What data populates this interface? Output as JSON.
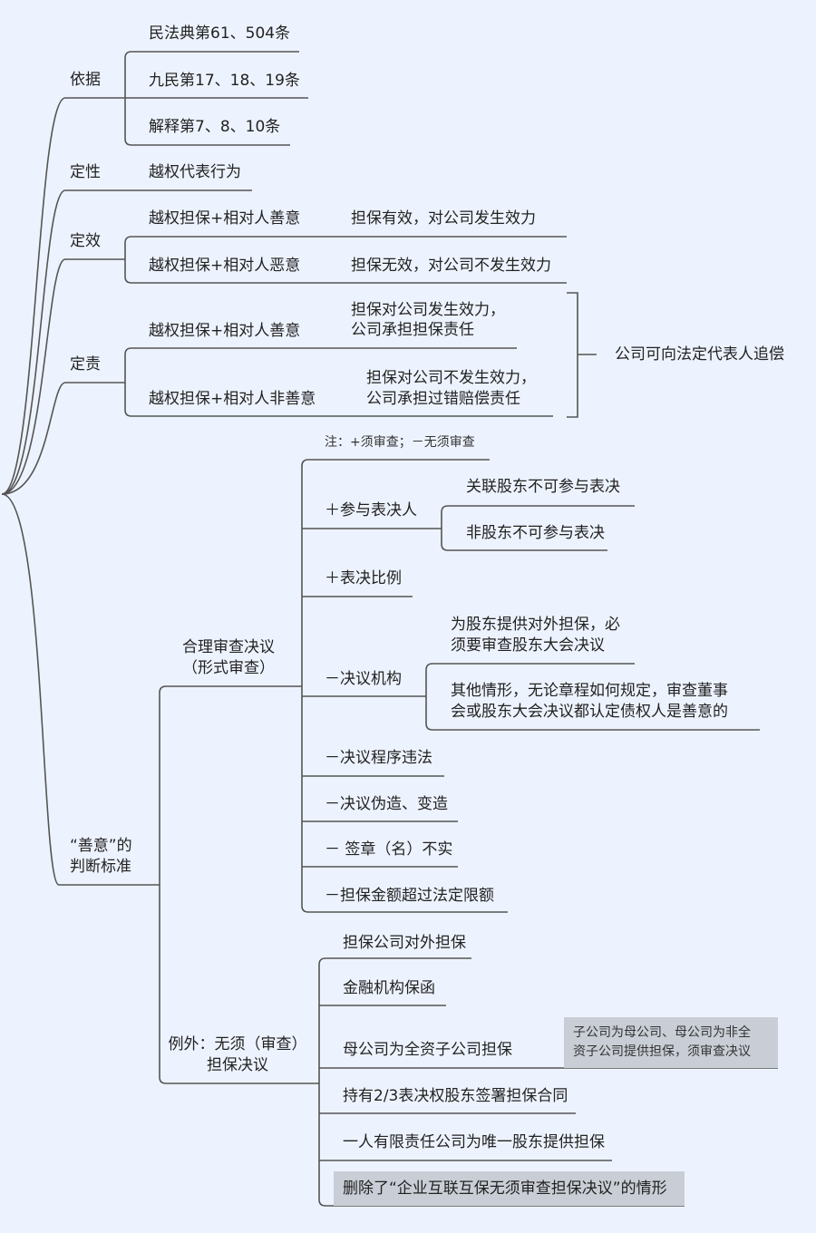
{
  "basis": {
    "label": "依据",
    "items": [
      "民法典第61、504条",
      "九民第17、18、19条",
      "解释第7、8、10条"
    ]
  },
  "nature": {
    "label": "定性",
    "item": "越权代表行为"
  },
  "validity": {
    "label": "定效",
    "items": [
      {
        "cond": "越权担保+相对人善意",
        "result": "担保有效，对公司发生效力"
      },
      {
        "cond": "越权担保+相对人恶意",
        "result": "担保无效，对公司不发生效力"
      }
    ]
  },
  "liability": {
    "label": "定责",
    "items": [
      {
        "cond": "越权担保+相对人善意",
        "result": [
          "担保对公司发生效力，",
          "公司承担担保责任"
        ]
      },
      {
        "cond": "越权担保+相对人非善意",
        "result": [
          "担保对公司不发生效力，",
          "公司承担过错赔偿责任"
        ]
      }
    ],
    "summary": "公司可向法定代表人追偿"
  },
  "good_faith": {
    "label": [
      "“善意”的",
      "判断标准"
    ],
    "review": {
      "label": [
        "合理审查决议",
        "（形式审查）"
      ],
      "note": "注：+须审查；－无须审查",
      "voters": {
        "label": "＋参与表决人",
        "items": [
          "关联股东不可参与表决",
          "非股东不可参与表决"
        ]
      },
      "ratio": "＋表决比例",
      "organ": {
        "label": "－决议机构",
        "items": [
          [
            "为股东提供对外担保，必",
            "须要审查股东大会决议"
          ],
          [
            "其他情形，无论章程如何规定，审查董事",
            "会或股东大会决议都认定债权人是善意的"
          ]
        ]
      },
      "others": [
        "－决议程序违法",
        "－决议伪造、变造",
        "－ 签章（名）不实",
        "－担保金额超过法定限额"
      ]
    },
    "exceptions": {
      "label": [
        "例外：无须（审查）",
        "担保决议"
      ],
      "items": [
        "担保公司对外担保",
        "金融机构保函",
        "母公司为全资子公司担保",
        "持有2/3表决权股东签署担保合同",
        "一人有限责任公司为唯一股东提供担保",
        "删除了“企业互联互保无须审查担保决议”的情形"
      ],
      "note": [
        "子公司为母公司、母公司为非全",
        "资子公司提供担保，须审查决议"
      ]
    }
  }
}
